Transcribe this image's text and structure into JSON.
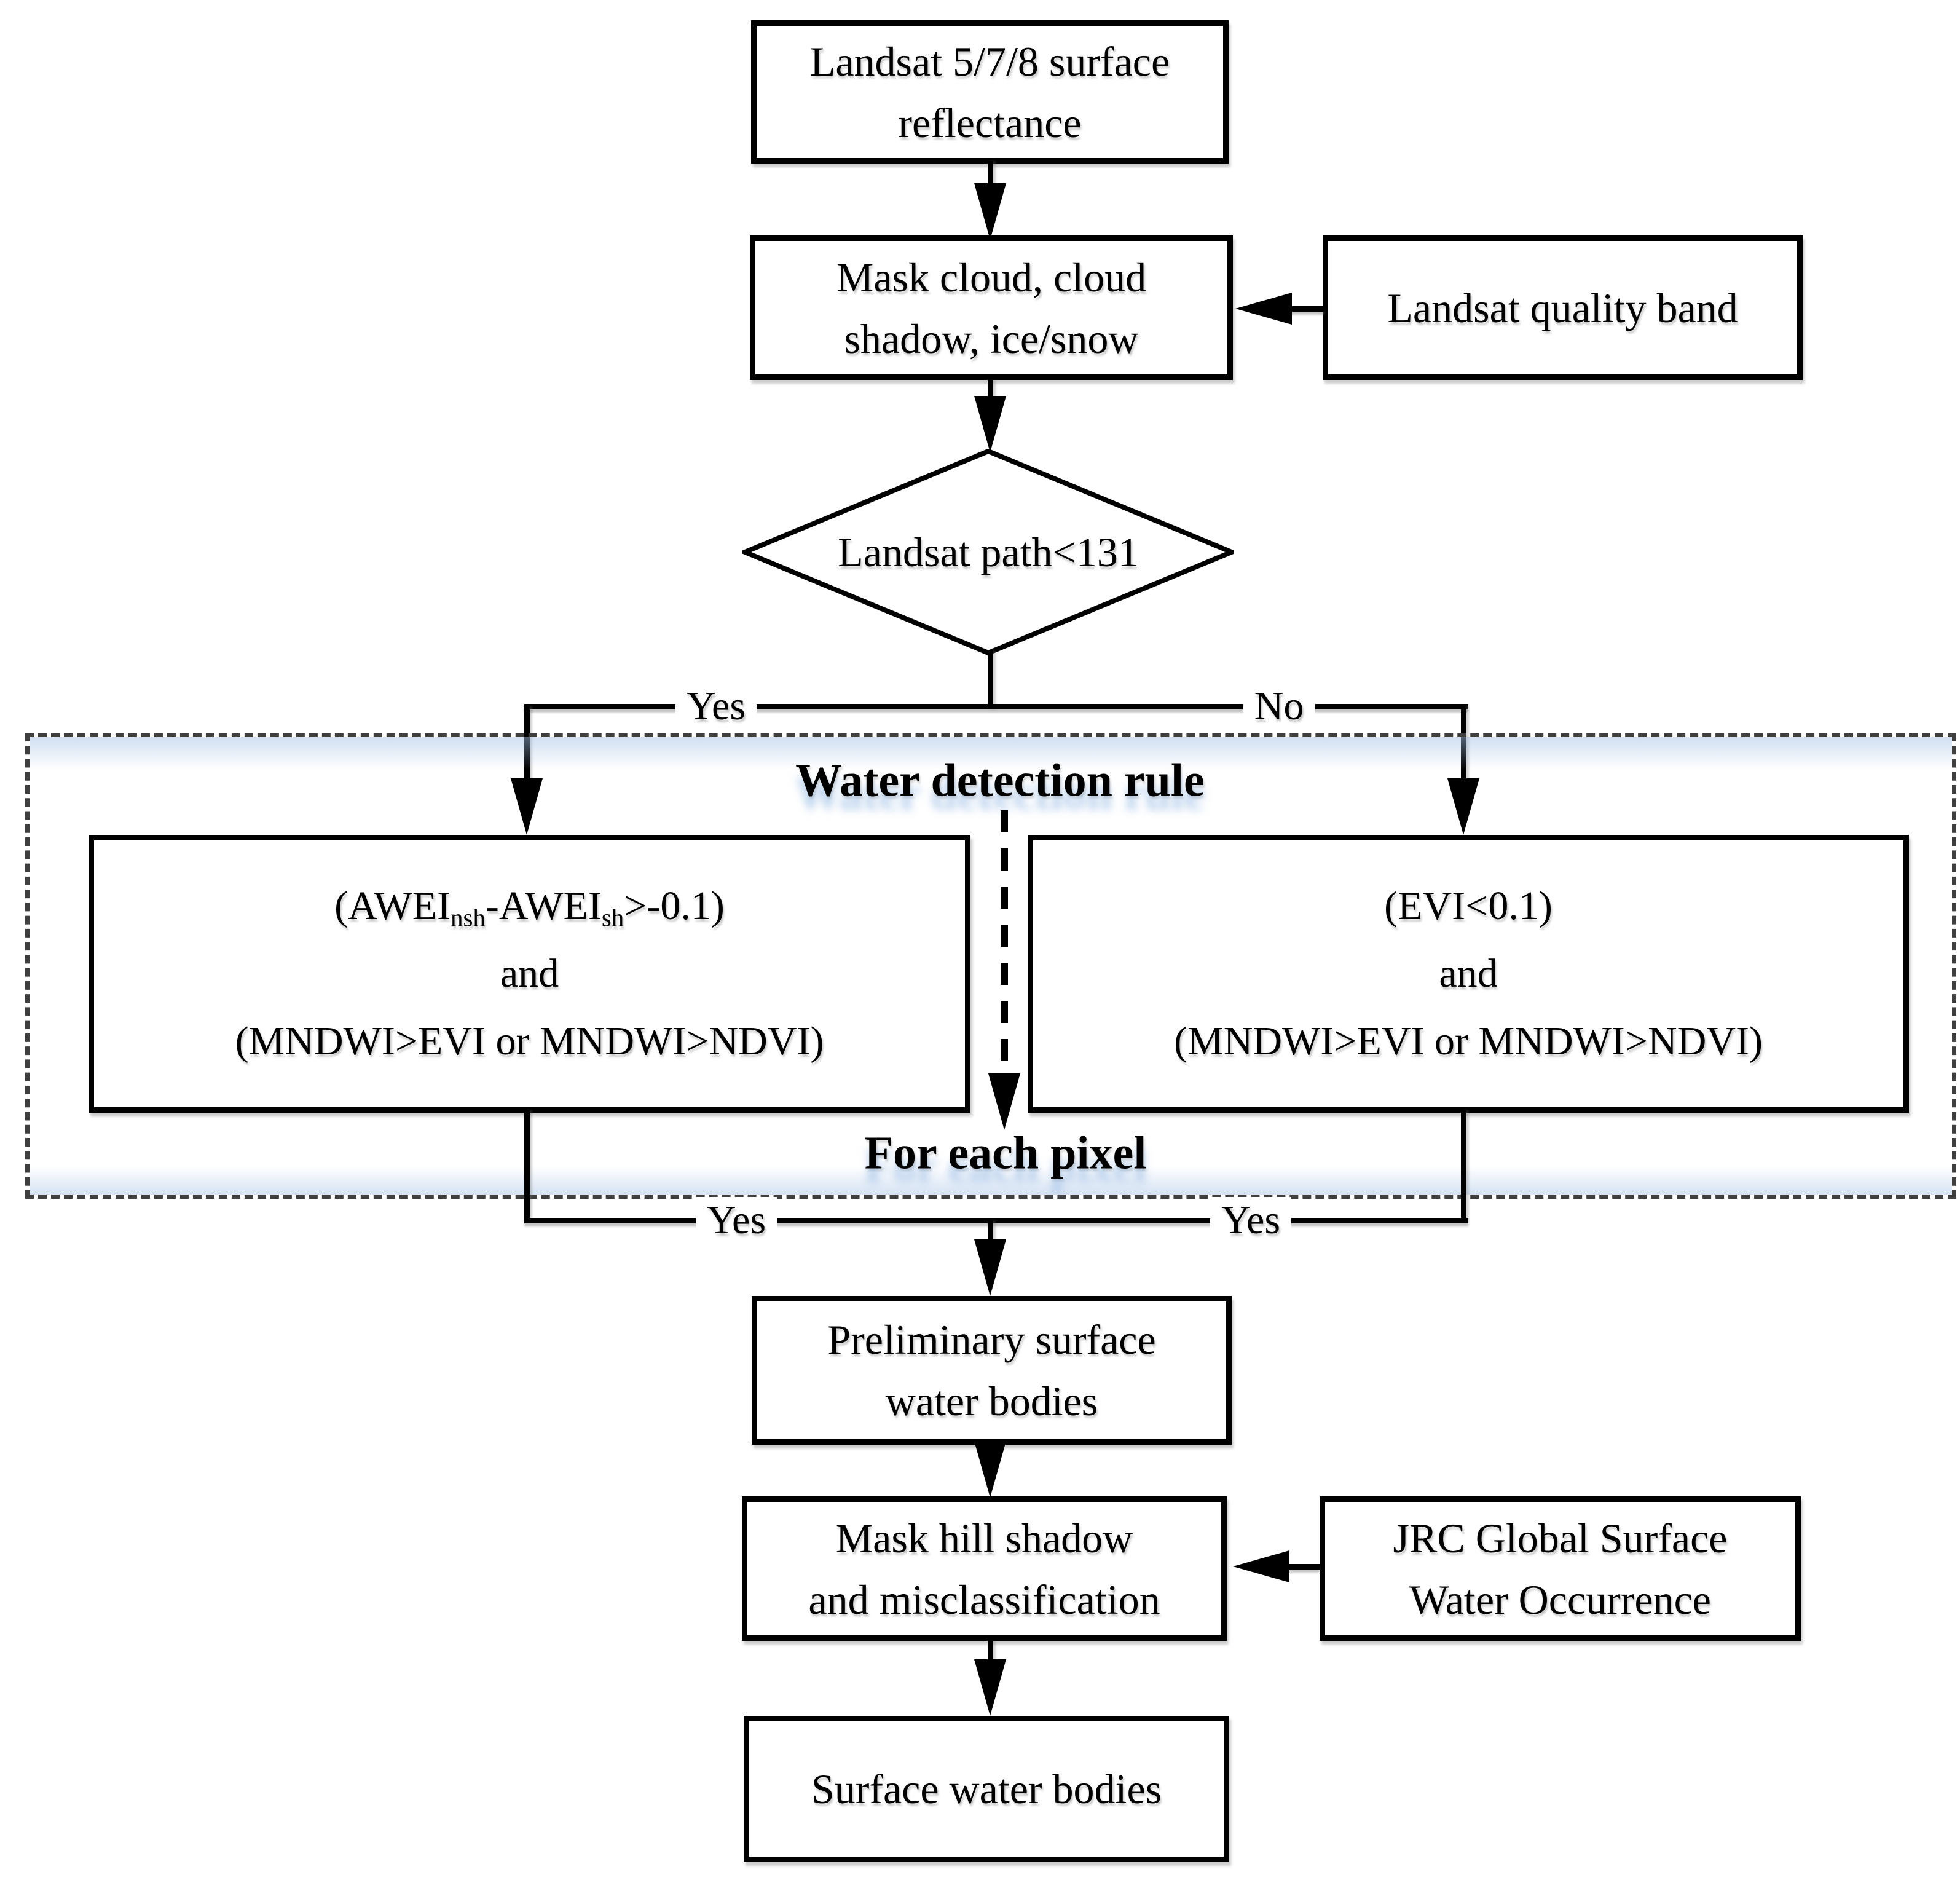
{
  "diagram": {
    "nodes": {
      "top": {
        "line1": "Landsat 5/7/8 surface",
        "line2": "reflectance"
      },
      "mask_cloud": {
        "line1": "Mask cloud, cloud",
        "line2": "shadow, ice/snow"
      },
      "quality_band": {
        "label": "Landsat quality band"
      },
      "decision": {
        "label": "Landsat path<131"
      },
      "rule_left": {
        "p1": "(AWEI",
        "sub1": "nsh",
        "p2": "-AWEI",
        "sub2": "sh",
        "p3": ">-0.1)",
        "line2": "and",
        "line3": "(MNDWI>EVI or MNDWI>NDVI)"
      },
      "rule_right": {
        "line1": "(EVI<0.1)",
        "line2": "and",
        "line3": "(MNDWI>EVI or MNDWI>NDVI)"
      },
      "preliminary": {
        "line1": "Preliminary surface",
        "line2": "water bodies"
      },
      "mask_hill": {
        "line1": "Mask hill shadow",
        "line2": "and misclassification"
      },
      "jrc": {
        "line1": "JRC Global Surface",
        "line2": "Water Occurrence"
      },
      "final": {
        "label": "Surface water bodies"
      }
    },
    "labels": {
      "yes_top": "Yes",
      "no_top": "No",
      "yes_bottom_left": "Yes",
      "yes_bottom_right": "Yes",
      "water_rule_title": "Water detection rule",
      "for_each_pixel": "For each pixel"
    },
    "colors": {
      "line": "#000000",
      "dashed_border": "#3f3f3f",
      "glow": "#8db3e2",
      "background": "#ffffff"
    }
  }
}
